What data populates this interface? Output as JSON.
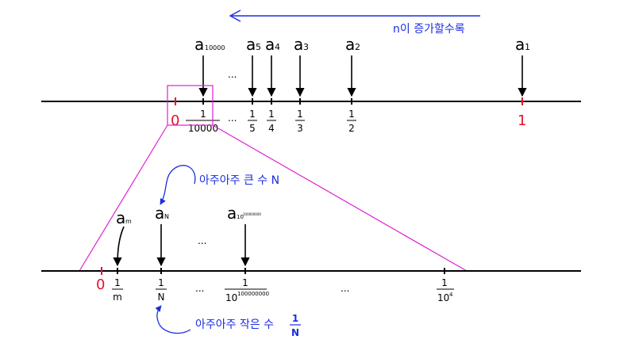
{
  "colors": {
    "axis": "#000000",
    "zero_one": "#e8102a",
    "annotation": "#1a2ee0",
    "zoom": "#e020d0"
  },
  "top": {
    "annotation": "n이 증가할수록",
    "seq_symbol": "a",
    "seq_labels": [
      {
        "sub": "10000",
        "frac_den": "10000"
      },
      {
        "sub": "5",
        "frac_den": "5"
      },
      {
        "sub": "4",
        "frac_den": "4"
      },
      {
        "sub": "3",
        "frac_den": "3"
      },
      {
        "sub": "2",
        "frac_den": "2"
      },
      {
        "sub": "1",
        "frac_den": ""
      }
    ],
    "frac_num": "1",
    "zero": "0",
    "one": "1",
    "dots": "..."
  },
  "bottom": {
    "annotation_big": "아주아주 큰 수 N",
    "annotation_small": "아주아주 작은 수",
    "annotation_small_frac_num": "1",
    "annotation_small_frac_den": "N",
    "zero": "0",
    "seq_symbol": "a",
    "seq_m_sub": "m",
    "seq_n_sub": "N",
    "seq_big_sub": "10",
    "seq_big_sub_exp": "100000000",
    "frac_num": "1",
    "frac_m_den": "m",
    "frac_n_den": "N",
    "frac_big_den": "10",
    "frac_big_exp": "100000000",
    "frac_last_den": "10",
    "frac_last_exp": "4",
    "dots": "..."
  }
}
